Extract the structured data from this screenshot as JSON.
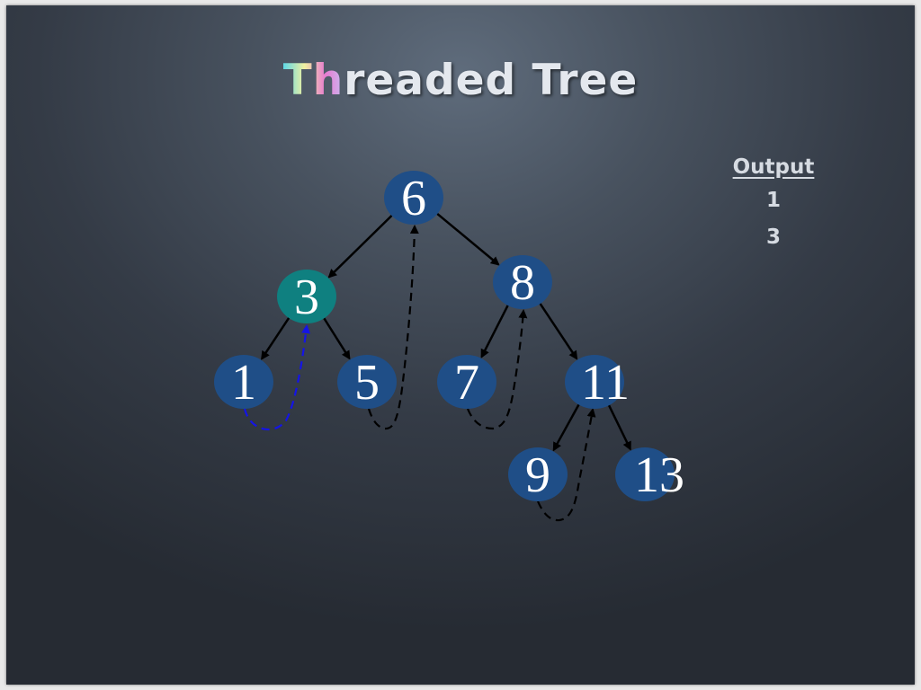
{
  "title": {
    "first": "Th",
    "rest": "readed Tree"
  },
  "output": {
    "heading": "Output",
    "values": [
      "1",
      "3"
    ]
  },
  "colors": {
    "node": "#1f4e87",
    "current_node": "#0f8080",
    "edge": "#000000",
    "active_thread": "#1414e6",
    "thread": "#000000"
  },
  "tree": {
    "nodes": [
      {
        "id": "n6",
        "label": "6"
      },
      {
        "id": "n3",
        "label": "3",
        "current": true
      },
      {
        "id": "n8",
        "label": "8"
      },
      {
        "id": "n1",
        "label": "1"
      },
      {
        "id": "n5",
        "label": "5"
      },
      {
        "id": "n7",
        "label": "7"
      },
      {
        "id": "n11",
        "label": "11"
      },
      {
        "id": "n9",
        "label": "9"
      },
      {
        "id": "n13",
        "label": "13"
      }
    ],
    "edges": [
      {
        "from": "6",
        "to": "3"
      },
      {
        "from": "6",
        "to": "8"
      },
      {
        "from": "3",
        "to": "1"
      },
      {
        "from": "3",
        "to": "5"
      },
      {
        "from": "8",
        "to": "7"
      },
      {
        "from": "8",
        "to": "11"
      },
      {
        "from": "11",
        "to": "9"
      },
      {
        "from": "11",
        "to": "13"
      }
    ],
    "threads": [
      {
        "from": "1",
        "to": "3",
        "active": true
      },
      {
        "from": "5",
        "to": "6"
      },
      {
        "from": "7",
        "to": "8"
      },
      {
        "from": "9",
        "to": "11"
      }
    ]
  }
}
